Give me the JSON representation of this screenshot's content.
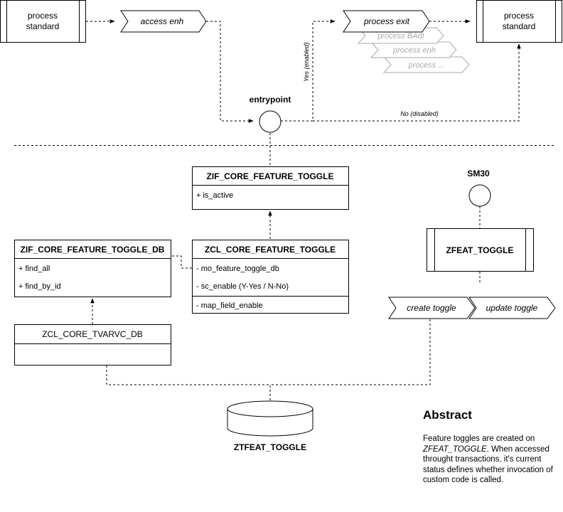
{
  "processes": {
    "left_standard": "process\nstandard",
    "right_standard": "process\nstandard",
    "access_enh": "access enh",
    "process_exit": "process exit",
    "process_badi": "process BAdI",
    "process_enh": "process enh",
    "process_more": "process ..."
  },
  "labels": {
    "entrypoint": "entrypoint",
    "yes": "Yes (enabled)",
    "no": "No (disabled)",
    "sm30": "SM30",
    "ztfeat": "ZTFEAT_TOGGLE"
  },
  "classes": {
    "zif_toggle": {
      "name": "ZIF_CORE_FEATURE_TOGGLE",
      "members": [
        "+ is_active"
      ]
    },
    "zcl_toggle": {
      "name": "ZCL_CORE_FEATURE_TOGGLE",
      "attributes": [
        "- mo_feature_toggle_db",
        "- sc_enable (Y-Yes / N-No)"
      ],
      "methods": [
        "- map_field_enable"
      ]
    },
    "zif_db": {
      "name": "ZIF_CORE_FEATURE_TOGGLE_DB",
      "members": [
        "+ find_all",
        "+ find_by_id"
      ]
    },
    "zcl_tvarvc": {
      "name": "ZCL_CORE_TVARVC_DB"
    }
  },
  "zfeat": {
    "name": "ZFEAT_TOGGLE",
    "create": "create toggle",
    "update": "update toggle"
  },
  "abstract": {
    "title": "Abstract",
    "text_before": "Feature toggles are created on ",
    "text_em": "ZFEAT_TOGGLE",
    "text_after": ". When accessed throught transactions, it's current status defines whether invocation of custom code is called."
  },
  "colors": {
    "line": "#000000",
    "faded": "#aaaaaa"
  }
}
